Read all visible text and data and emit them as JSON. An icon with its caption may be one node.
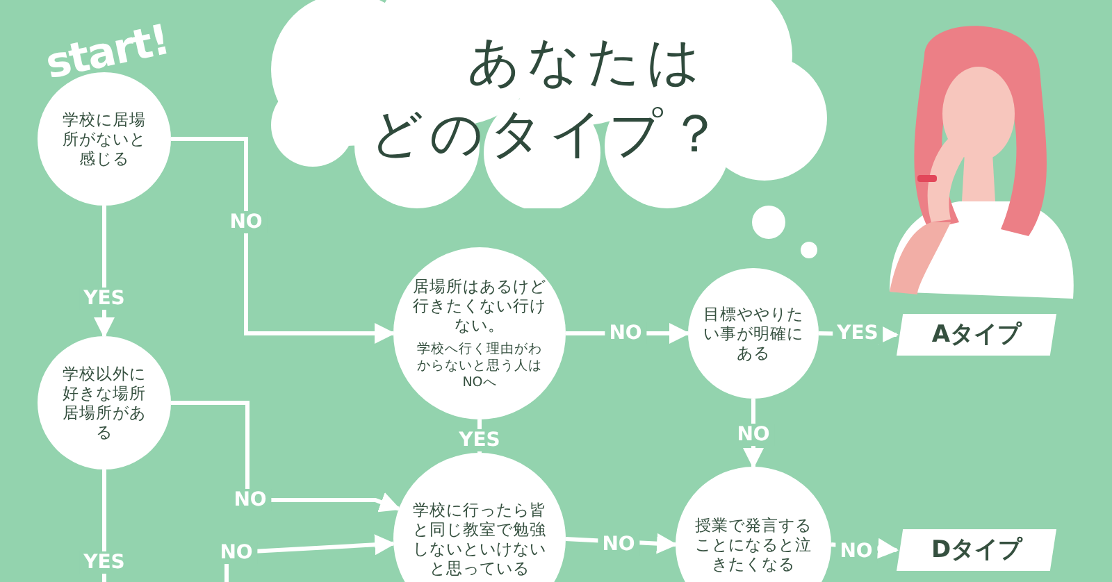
{
  "diagram": {
    "nodes": [
      {
        "text": [
          "あなたはどのタイプ？"
        ]
      },
      {
        "text": [
          "学校に居場所がないと感じる"
        ]
      },
      {
        "text": [
          "学校以外に好きな場所居場所がある"
        ]
      },
      {
        "text": [
          "居場所はあるけど行きたくない行けない。",
          "学校へ行く理由がわからないと思う人はNOへ"
        ]
      },
      {
        "text": [
          "目標ややりたい事が明確にある"
        ]
      },
      {
        "text": [
          "学校に行ったら皆と同じ教室で勉強しないといけないと思っている"
        ]
      },
      {
        "text": [
          "授業で発言することになると泣きたくなる"
        ]
      },
      {
        "text": [
          "Aタイプ"
        ]
      },
      {
        "text": [
          "Dタイプ"
        ]
      }
    ],
    "edges": [
      {
        "from": 1,
        "to": 3,
        "arrow": "to",
        "label": "NO"
      },
      {
        "from": 1,
        "to": 2,
        "arrow": "to",
        "label": "YES"
      },
      {
        "from": 2,
        "to": 5,
        "arrow": "to",
        "label": "NO"
      },
      {
        "from": 2,
        "to": null,
        "arrow": "none",
        "label": "YES"
      },
      {
        "from": null,
        "to": 5,
        "arrow": "to",
        "label": "NO"
      },
      {
        "from": 3,
        "to": 4,
        "arrow": "to",
        "label": "NO"
      },
      {
        "from": 3,
        "to": 5,
        "arrow": "to",
        "label": "YES"
      },
      {
        "from": 4,
        "to": 7,
        "arrow": "to",
        "label": "YES"
      },
      {
        "from": 4,
        "to": 6,
        "arrow": "to",
        "label": "NO"
      },
      {
        "from": 5,
        "to": 6,
        "arrow": "to",
        "label": "NO"
      },
      {
        "from": 6,
        "to": 8,
        "arrow": "to",
        "label": "NO"
      }
    ],
    "labels": [
      "start!"
    ]
  }
}
